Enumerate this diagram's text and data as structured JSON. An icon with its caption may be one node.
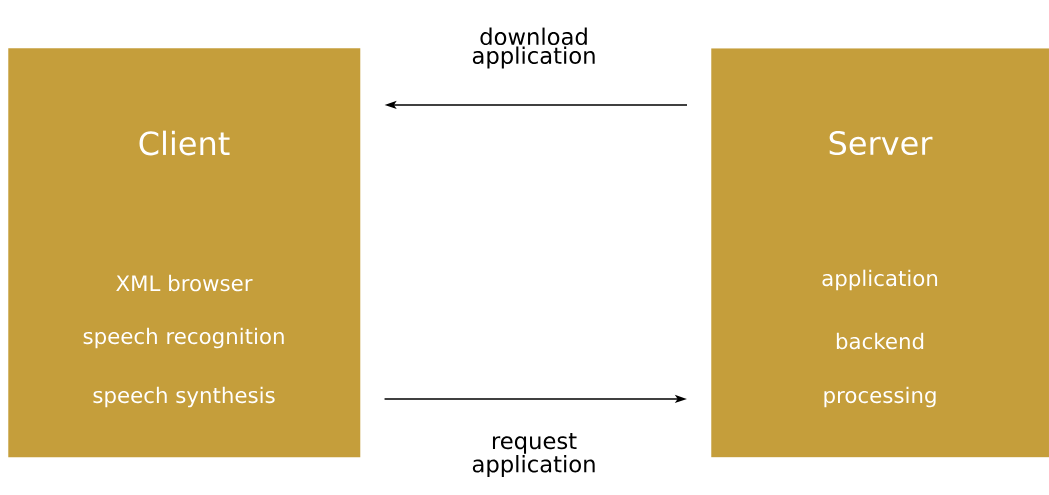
{
  "diagram": {
    "nodes": [
      {
        "text": [
          "Client",
          "XML browser",
          "speech recognition",
          "speech synthesis"
        ]
      },
      {
        "text": [
          "Server",
          "application",
          "backend",
          "processing"
        ]
      }
    ],
    "edges": [
      {
        "from": 1,
        "to": 0,
        "arrow": "to",
        "label": "download application"
      },
      {
        "from": 0,
        "to": 1,
        "arrow": "to",
        "label": "request application"
      }
    ]
  }
}
